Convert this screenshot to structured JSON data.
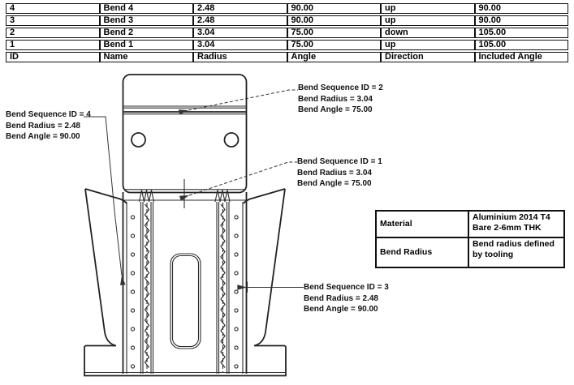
{
  "bend_table": {
    "rows": [
      {
        "cells": [
          "4",
          "Bend 4",
          "2.48",
          "90.00",
          "up",
          "90.00"
        ]
      },
      {
        "cells": [
          "3",
          "Bend 3",
          "2.48",
          "90.00",
          "up",
          "90.00"
        ]
      },
      {
        "cells": [
          "2",
          "Bend 2",
          "3.04",
          "75.00",
          "down",
          "105.00"
        ]
      },
      {
        "cells": [
          "1",
          "Bend 1",
          "3.04",
          "75.00",
          "up",
          "105.00"
        ]
      },
      {
        "cells": [
          "ID",
          "Name",
          "Radius",
          "Angle",
          "Direction",
          "Included Angle"
        ]
      }
    ]
  },
  "annotations": {
    "bend2": {
      "lines": [
        "Bend Sequence ID = 2",
        "Bend Radius = 3.04",
        "Bend Angle = 75.00"
      ]
    },
    "bend1": {
      "lines": [
        "Bend Sequence ID = 1",
        "Bend Radius = 3.04",
        "Bend Angle = 75.00"
      ]
    },
    "bend3": {
      "lines": [
        "Bend Sequence ID = 3",
        "Bend Radius = 2.48",
        "Bend Angle = 90.00"
      ]
    },
    "bend4": {
      "lines": [
        "Bend Sequence ID = 4",
        "Bend Radius = 2.48",
        "Bend Angle = 90.00"
      ]
    }
  },
  "material_table": {
    "rows": [
      {
        "label": "Material",
        "value": "Aluminium 2014 T4\nBare 2-6mm THK"
      },
      {
        "label": "Bend Radius",
        "value": "Bend radius defined\nby tooling"
      }
    ]
  },
  "colors": {
    "background": "#ffffff",
    "line": "#2b2b2b",
    "text": "#000000"
  }
}
